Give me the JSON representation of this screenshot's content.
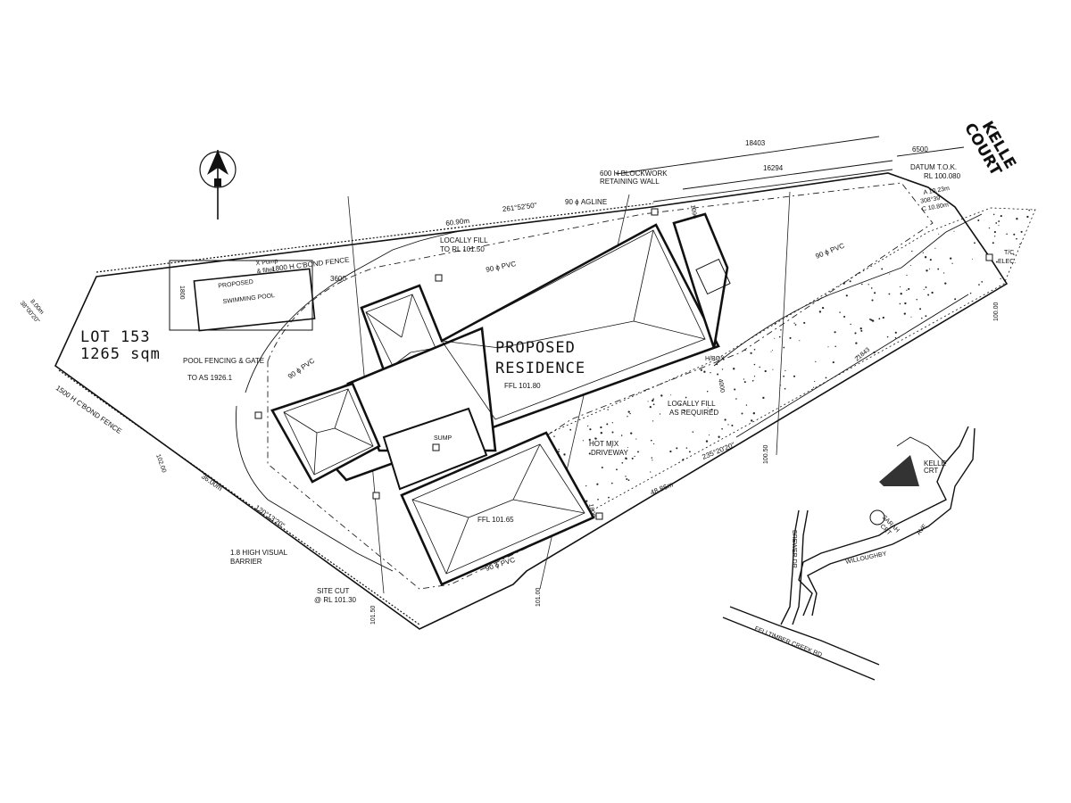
{
  "lot": {
    "name": "LOT 153",
    "area": "1265 sqm"
  },
  "house": {
    "title_line1": "PROPOSED",
    "title_line2": "RESIDENCE",
    "ffl_main": "FFL 101.80",
    "ffl_lower": "FFL 101.65"
  },
  "street": {
    "court_line1": "KELLE",
    "court_line2": "COURT"
  },
  "datum": {
    "line1": "DATUM T.O.K.",
    "line2": "RL 100.080"
  },
  "dimensions": {
    "d18403": "18403",
    "d6500": "6500",
    "d16294": "16294",
    "rear_len": "60.90m",
    "rear_bearing": "261°52'50\"",
    "west_len": "8.00m",
    "west_bearing": "38°00'20\"",
    "sw_len": "36.00m",
    "sw_bearing": "120°13'20\"",
    "d1800": "1800",
    "d3600": "3600",
    "d102": "102.00",
    "d21843": "21843",
    "d4000": "4000",
    "front_len": "48.86m",
    "front_bearing": "235°20'20\"",
    "d10050": "100.50",
    "d10150": "101.50",
    "d10100": "101.00",
    "d10000": "100.00",
    "d1800b": "1800",
    "d1090": "1090",
    "arc1": "A 10.23m",
    "arc2": "308°39'",
    "arc3": "C 10.80m"
  },
  "notes": {
    "fence_rear": "1800 H C'BOND FENCE",
    "fence_sw": "1500 H C'BOND FENCE",
    "retaining1": "600 H BLOCKWORK",
    "retaining2": "RETAINING WALL",
    "agline": "90 ϕ AGLINE",
    "fill1": "LOCALLY FILL",
    "fill2": "TO RL 101.50",
    "pvc_top": "90 ϕ PVC",
    "pvc_right": "90 ϕ PVC",
    "pvc_left": "90 ϕ PVC",
    "pvc_bottom": "90 ϕ PVC",
    "pump1": "X Pump",
    "pump2": "& filter",
    "pool": "SWIMMING POOL",
    "pool_top": "PROPOSED",
    "pool_fence": "POOL FENCING & GATE",
    "pool_fence2": "TO AS 1926.1",
    "sump": "SUMP",
    "hwbox": "H/BOX",
    "fill_req1": "LOCALLY FILL",
    "fill_req2": "AS REQUIRED",
    "driveway1": "HOT MIX",
    "driveway2": "DRIVEWAY",
    "barrier1": "1.8 HIGH VISUAL",
    "barrier2": "BARRIER",
    "sitecut1": "SITE CUT",
    "sitecut2": "@ RL 101.30",
    "tc": "T/C",
    "elec": "ELEC."
  },
  "location_map": {
    "kelle": "KELLE",
    "crt": "CRT",
    "sarah": "SARAH",
    "sarah_crt": "CRT",
    "brewer": "BREWER DR",
    "willoughby": "WILLOUGHBY",
    "ave": "AVE",
    "felltimber": "FELLTIMBER CREEK RD"
  }
}
